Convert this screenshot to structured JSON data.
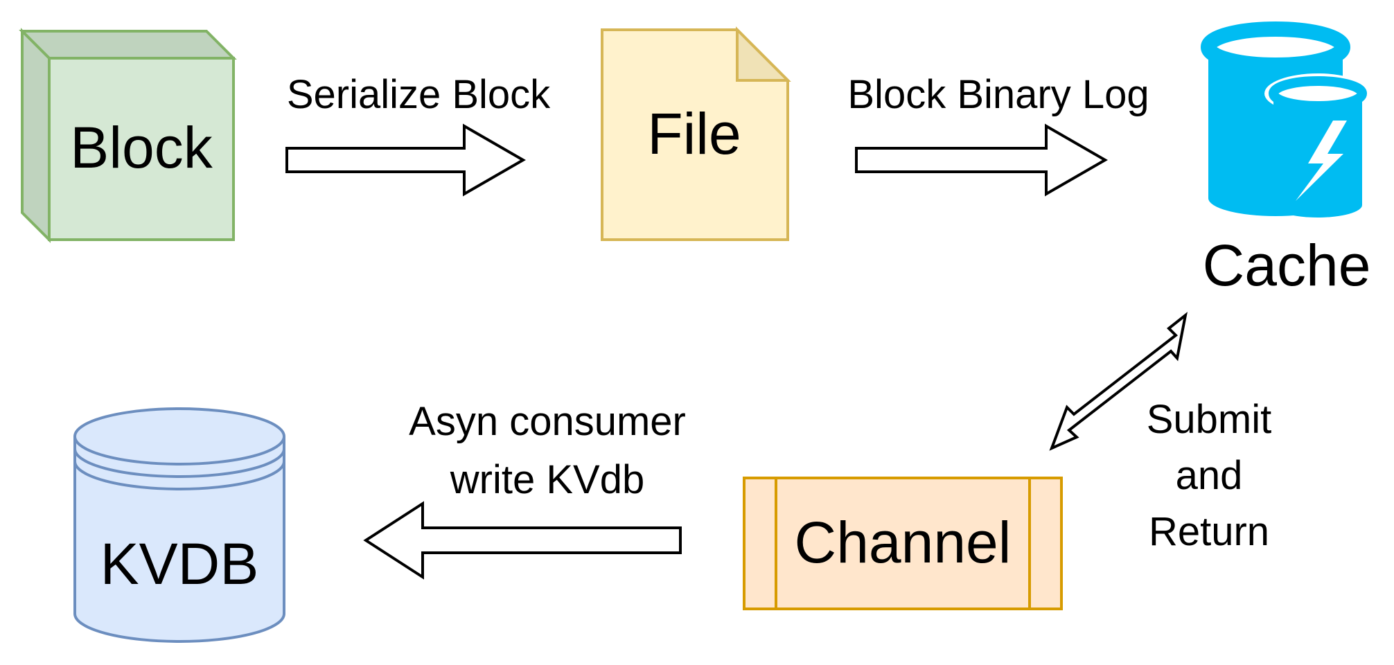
{
  "nodes": {
    "block": {
      "label": "Block",
      "fill": "#d5e8d4",
      "stroke": "#82b366",
      "side_fill": "#bfd3be"
    },
    "file": {
      "label": "File",
      "fill": "#fff2cc",
      "stroke": "#d6b656",
      "fold_fill": "#f0e2b6"
    },
    "cache": {
      "label": "Cache",
      "icon": "cache-database-lightning-icon",
      "color": "#00bcf2"
    },
    "channel": {
      "label": "Channel",
      "fill": "#ffe6cc",
      "stroke": "#d79b00"
    },
    "kvdb": {
      "label": "KVDB",
      "fill": "#dae8fc",
      "stroke": "#6c8ebf"
    }
  },
  "edges": {
    "serialize": {
      "label": "Serialize Block",
      "direction": "right"
    },
    "binary_log": {
      "label": "Block Binary Log",
      "direction": "right"
    },
    "submit_return": {
      "lines": [
        "Submit",
        "and",
        "Return"
      ],
      "direction": "bidirectional"
    },
    "async_write": {
      "lines": [
        "Asyn consumer",
        "write KVdb"
      ],
      "direction": "left"
    }
  }
}
